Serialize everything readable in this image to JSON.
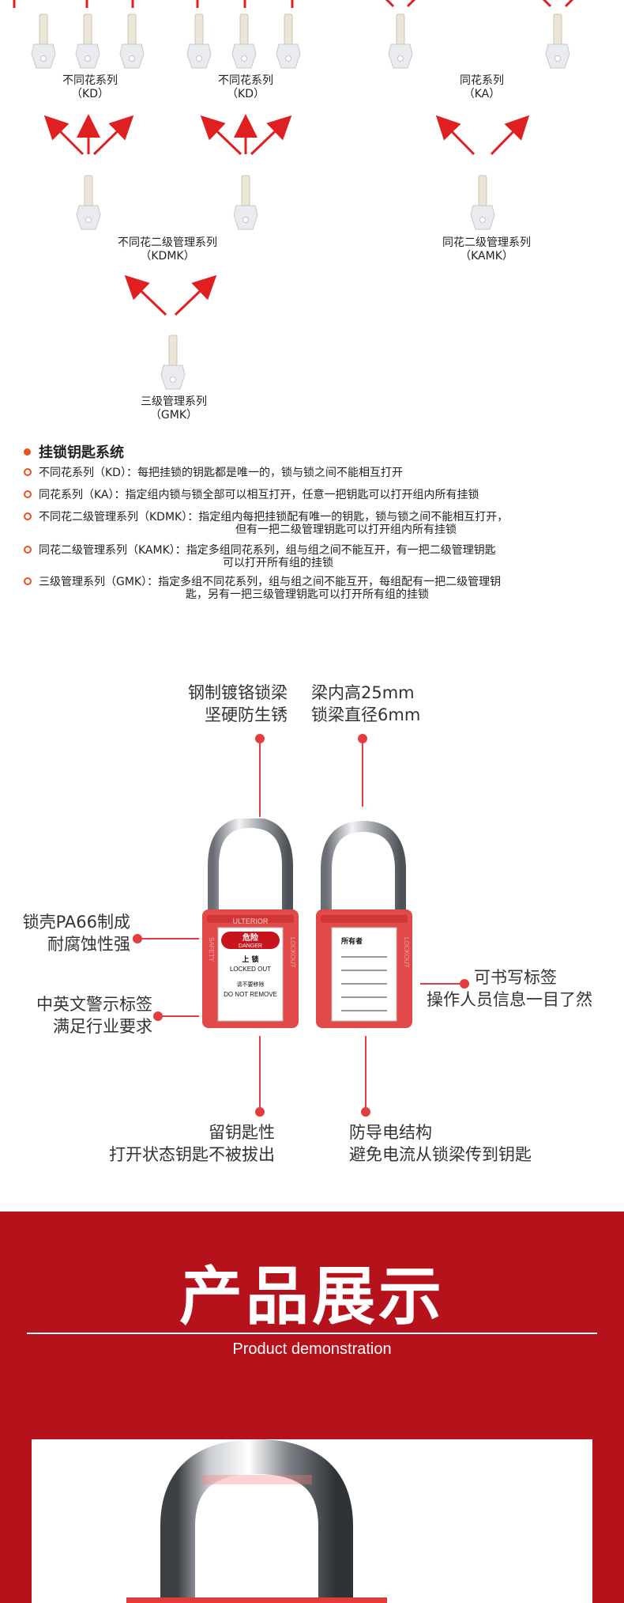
{
  "tree": {
    "kd_left": {
      "name": "不同花系列",
      "code": "（KD）"
    },
    "kd_mid": {
      "name": "不同花系列",
      "code": "（KD）"
    },
    "ka": {
      "name": "同花系列",
      "code": "（KA）"
    },
    "kdmk": {
      "name": "不同花二级管理系列",
      "code": "（KDMK）"
    },
    "kamk": {
      "name": "同花二级管理系列",
      "code": "（KAMK）"
    },
    "gmk": {
      "name": "三级管理系列",
      "code": "（GMK）"
    }
  },
  "legend": {
    "title": "挂锁钥匙系统",
    "items": [
      {
        "line1": "不同花系列（KD）：每把挂锁的钥匙都是唯一的，锁与锁之间不能相互打开",
        "line2": ""
      },
      {
        "line1": "同花系列（KA）：指定组内锁与锁全部可以相互打开，任意一把钥匙可以打开组内所有挂锁",
        "line2": ""
      },
      {
        "line1": "不同花二级管理系列（KDMK）：指定组内每把挂锁配有唯一的钥匙，锁与锁之间不能相互打开，",
        "line2": "但有一把二级管理钥匙可以打开组内所有挂锁"
      },
      {
        "line1": "同花二级管理系列（KAMK）：指定多组同花系列，组与组之间不能互开，有一把二级管理钥匙",
        "line2": "可以打开所有组的挂锁"
      },
      {
        "line1": "三级管理系列（GMK）：指定多组不同花系列，组与组之间不能互开，每组配有一把二级管理钥",
        "line2": "匙，另有一把三级管理钥匙可以打开所有组的挂锁"
      }
    ],
    "accent": "#e8541e"
  },
  "features": {
    "shackle_material": {
      "line1": "钢制镀铬锁梁",
      "line2": "坚硬防生锈"
    },
    "shackle_size": {
      "line1": "梁内高25mm",
      "line2": "锁梁直径6mm"
    },
    "body_material": {
      "line1": "锁壳PA66制成",
      "line2": "耐腐蚀性强"
    },
    "warning_label": {
      "line1": "中英文警示标签",
      "line2": "满足行业要求"
    },
    "writable_label": {
      "line1": "可书写标签",
      "line2": "操作人员信息一目了然"
    },
    "key_retaining": {
      "line1": "留钥匙性",
      "line2": "打开状态钥匙不被拔出"
    },
    "non_conductive": {
      "line1": "防导电结构",
      "line2": "避免电流从锁梁传到钥匙"
    },
    "accent": "#e43d3d"
  },
  "padlock": {
    "brand": "ULTERIOR",
    "danger_cn": "危险",
    "danger_en": "DANGER",
    "lock_cn": "上 锁",
    "lock_en": "LOCKED OUT",
    "remove_cn": "请不要移除",
    "remove_en": "DO NOT REMOVE",
    "owner": "所有者",
    "side_text_left": "SAFETY",
    "side_text_right": "LOCKOUT",
    "body_color": "#e24a4a"
  },
  "banner": {
    "title": "产品展示",
    "subtitle": "Product demonstration",
    "color": "#b5121b"
  }
}
